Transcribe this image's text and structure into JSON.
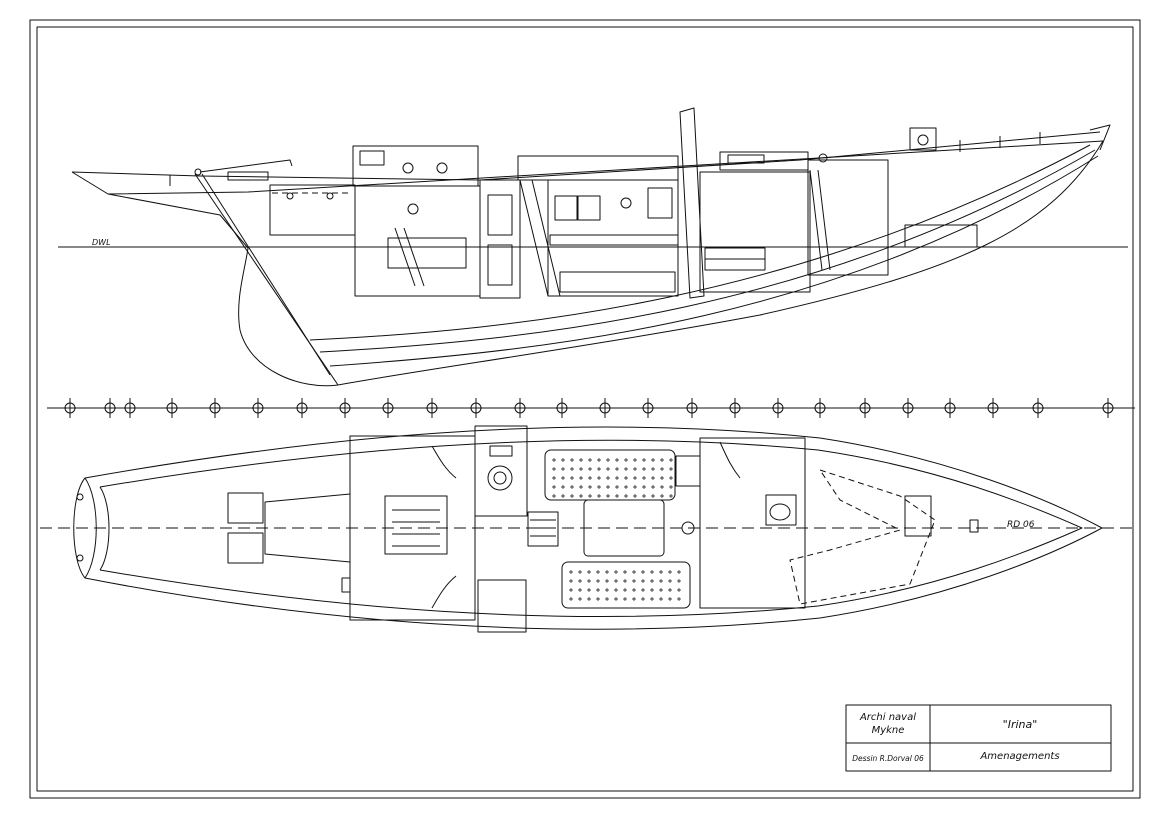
{
  "profile": {
    "waterline_label": "DWL"
  },
  "plan": {
    "bow_mark": "RD 06"
  },
  "title_block": {
    "firm_line1": "Archi naval",
    "firm_line2": "Mykne",
    "boat_name": "\"Irina\"",
    "designer": "Dessin R.Dorval 06",
    "sheet_title": "Amenagements"
  },
  "colors": {
    "ink": "#111111",
    "paper": "#ffffff"
  }
}
